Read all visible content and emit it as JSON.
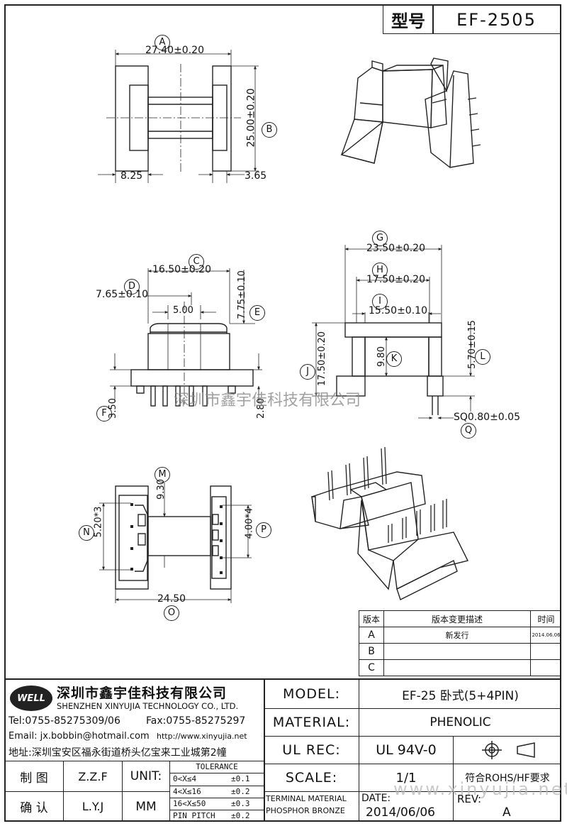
{
  "header": {
    "label_model_no": "型号",
    "model_no": "EF-2505"
  },
  "dims": {
    "A": "A",
    "A_val": "27.40±0.20",
    "B": "B",
    "B_val": "25.00±0.20",
    "left_val": "8.25",
    "right_val": "3.65",
    "C": "C",
    "C_val": "16.50±0.20",
    "D": "D",
    "D_val": "7.65±0.10",
    "D_inner": "5.00",
    "E": "E",
    "E_val": "7.75±0.10",
    "F": "F",
    "F_val": "3.50",
    "side_280": "2.80",
    "G": "G",
    "G_val": "23.50±0.20",
    "H": "H",
    "H_val": "17.50±0.20",
    "I": "I",
    "I_val": "15.50±0.10",
    "J": "J",
    "J_val": "17.50±0.20",
    "K": "K",
    "K_val": "9.80",
    "L": "L",
    "L_val": "5.70±0.15",
    "Q": "Q",
    "Q_val": "SQ0.80±0.05",
    "M": "M",
    "M_val": "9.30",
    "N": "N",
    "N_val": "5.20*3",
    "P": "P",
    "P_val": "4.00*4",
    "O": "O",
    "O_val": "24.50"
  },
  "watermark": "深圳市鑫宇佳科技有限公司",
  "watermark_url": "www.xinyujia.net",
  "revision": {
    "col_version": "版本",
    "col_desc": "版本变更描述",
    "col_time": "时间",
    "rows": [
      {
        "ver": "A",
        "desc": "新发行",
        "time": "2014.06.06"
      },
      {
        "ver": "B",
        "desc": "",
        "time": ""
      },
      {
        "ver": "C",
        "desc": "",
        "time": ""
      }
    ]
  },
  "company": {
    "logo": "WELL",
    "name_cn": "深圳市鑫宇佳科技有限公司",
    "name_en": "SHENZHEN XINYUJIA TECHNOLOGY CO., LTD.",
    "tel": "Tel:0755-85275309/06",
    "fax": "Fax:0755-85275297",
    "email": "Email: jx.bobbin@hotmail.com",
    "web": "http://www.xinyujia.net",
    "address": "地址:深圳宝安区福永街道桥头亿宝来工业城第2幢"
  },
  "title_block": {
    "model_label": "MODEL:",
    "model_value": "EF-25 卧式(5+4PIN)",
    "material_label": "MATERIAL:",
    "material_value": "PHENOLIC",
    "ulrec_label": "UL REC:",
    "ulrec_value": "UL 94V-0",
    "scale_label": "SCALE:",
    "scale_value": "1/1",
    "rohs": "符合ROHS/HF要求",
    "date_label": "DATE:",
    "date_value": "2014/06/06",
    "rev_label": "REV:",
    "rev_value": "A",
    "terminal_material": "TERMINAL MATERIAL",
    "phosphor_bronze": "PHOSPHOR BRONZE"
  },
  "signoff": {
    "draw_label": "制  图",
    "draw_value": "Z.Z.F",
    "check_label": "确  认",
    "check_value": "L.Y.J",
    "unit_label": "UNIT:",
    "unit_value": "MM"
  },
  "tolerance": {
    "title": "TOLERANCE",
    "rows": [
      {
        "range": "0<X≤4",
        "tol": "±0.1"
      },
      {
        "range": "4<X≤16",
        "tol": "±0.2"
      },
      {
        "range": "16<X≤50",
        "tol": "±0.3"
      },
      {
        "range": "PIN PITCH",
        "tol": "±0.2"
      }
    ]
  }
}
